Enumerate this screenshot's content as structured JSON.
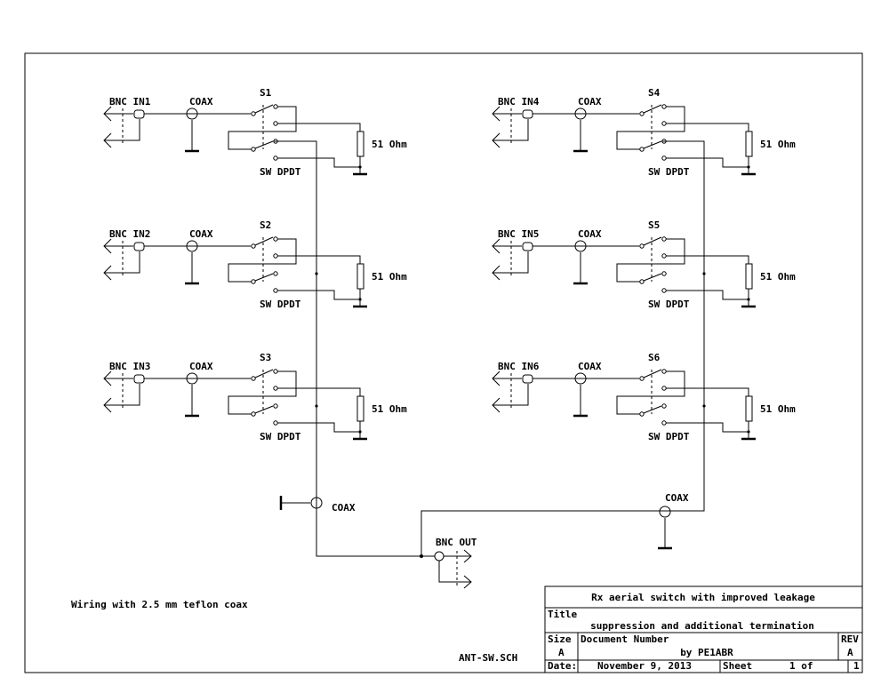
{
  "channels": [
    {
      "bnc": "BNC IN1",
      "coax": "COAX",
      "sw_ref": "S1",
      "sw_type": "SW DPDT",
      "resistor": "51 Ohm"
    },
    {
      "bnc": "BNC IN2",
      "coax": "COAX",
      "sw_ref": "S2",
      "sw_type": "SW DPDT",
      "resistor": "51 Ohm"
    },
    {
      "bnc": "BNC IN3",
      "coax": "COAX",
      "sw_ref": "S3",
      "sw_type": "SW DPDT",
      "resistor": "51 Ohm"
    },
    {
      "bnc": "BNC IN4",
      "coax": "COAX",
      "sw_ref": "S4",
      "sw_type": "SW DPDT",
      "resistor": "51 Ohm"
    },
    {
      "bnc": "BNC IN5",
      "coax": "COAX",
      "sw_ref": "S5",
      "sw_type": "SW DPDT",
      "resistor": "51 Ohm"
    },
    {
      "bnc": "BNC IN6",
      "coax": "COAX",
      "sw_ref": "S6",
      "sw_type": "SW DPDT",
      "resistor": "51 Ohm"
    }
  ],
  "output": {
    "bnc": "BNC OUT",
    "coax_left": "COAX",
    "coax_right": "COAX"
  },
  "notes": {
    "wiring": "Wiring with 2.5 mm teflon coax",
    "filename": "ANT-SW.SCH"
  },
  "title_block": {
    "title_line1": "Rx aerial switch with improved leakage",
    "title_label": "Title",
    "title_line2": "suppression and additional termination",
    "size_label": "Size",
    "size_value": "A",
    "docnum_label": "Document Number",
    "author": "by PE1ABR",
    "rev_label": "REV",
    "rev_value": "A",
    "date_label": "Date:",
    "date_value": "November  9, 2013",
    "sheet_label": "Sheet",
    "sheet_of": "1 of",
    "sheet_total": "1"
  }
}
